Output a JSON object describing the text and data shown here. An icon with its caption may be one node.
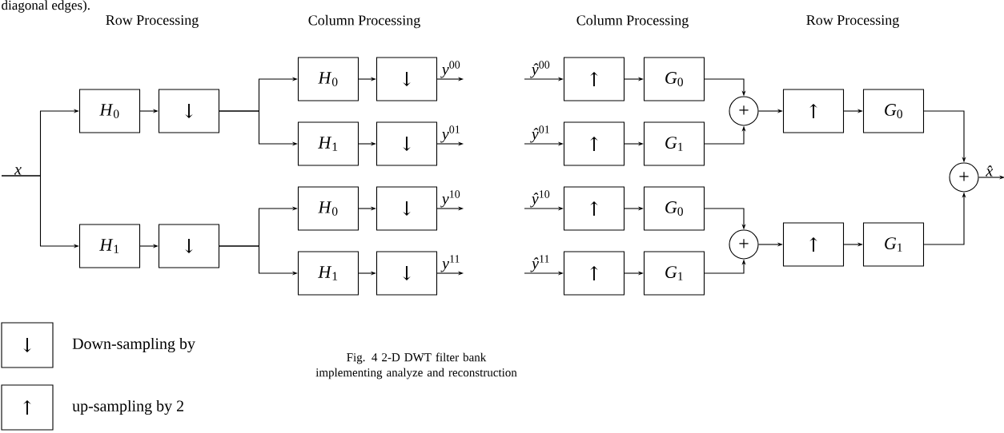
{
  "diagram": {
    "caption": "Fig. 4  2-D DWT filter bank implementing analyze and reconstruction",
    "nodes": [
      {
        "text": [
          "*x*"
        ]
      },
      {
        "text": [
          "*H*$_{0}$"
        ]
      },
      {
        "text": [
          "↓"
        ]
      },
      {
        "text": [
          "*H*$_{1}$"
        ]
      },
      {
        "text": [
          "↓"
        ]
      },
      {
        "text": [
          "*H*$_{0}$"
        ]
      },
      {
        "text": [
          "↓"
        ]
      },
      {
        "text": [
          "*y*$^{00}$"
        ]
      },
      {
        "text": [
          "*H*$_{1}$"
        ]
      },
      {
        "text": [
          "↓"
        ]
      },
      {
        "text": [
          "*y*$^{01}$"
        ]
      },
      {
        "text": [
          "*H*$_{0}$"
        ]
      },
      {
        "text": [
          "↓"
        ]
      },
      {
        "text": [
          "*y*$^{10}$"
        ]
      },
      {
        "text": [
          "*H*$_{1}$"
        ]
      },
      {
        "text": [
          "↓"
        ]
      },
      {
        "text": [
          "*y*$^{11}$"
        ]
      },
      {
        "text": [
          "*ŷ*$^{00}$"
        ]
      },
      {
        "text": [
          "↑"
        ]
      },
      {
        "text": [
          "*G*$_{0}$"
        ]
      },
      {
        "text": [
          "*ŷ*$^{01}$"
        ]
      },
      {
        "text": [
          "↑"
        ]
      },
      {
        "text": [
          "*G*$_{1}$"
        ]
      },
      {
        "text": [
          "*ŷ*$^{10}$"
        ]
      },
      {
        "text": [
          "↑"
        ]
      },
      {
        "text": [
          "*G*$_{0}$"
        ]
      },
      {
        "text": [
          "*ŷ*$^{11}$"
        ]
      },
      {
        "text": [
          "↑"
        ]
      },
      {
        "text": [
          "*G*$_{1}$"
        ]
      },
      {
        "text": [
          "+"
        ]
      },
      {
        "text": [
          "↑"
        ]
      },
      {
        "text": [
          "*G*$_{0}$"
        ]
      },
      {
        "text": [
          "+"
        ]
      },
      {
        "text": [
          "↑"
        ]
      },
      {
        "text": [
          "*G*$_{1}$"
        ]
      },
      {
        "text": [
          "+"
        ]
      },
      {
        "text": [
          "*x̂*"
        ]
      },
      {
        "text": [
          "↓"
        ],
        "beside": [
          "Down-sampling by"
        ]
      },
      {
        "text": [
          "↑"
        ],
        "beside": [
          "up-sampling by 2"
        ]
      }
    ],
    "edges": [
      {
        "from": 0,
        "to": 1,
        "arrow": "to"
      },
      {
        "from": 0,
        "to": 3,
        "arrow": "to"
      },
      {
        "from": 1,
        "to": 2,
        "arrow": "to"
      },
      {
        "from": 3,
        "to": 4,
        "arrow": "to"
      },
      {
        "from": 2,
        "to": 5,
        "arrow": "to"
      },
      {
        "from": 2,
        "to": 8,
        "arrow": "to"
      },
      {
        "from": 4,
        "to": 11,
        "arrow": "to"
      },
      {
        "from": 4,
        "to": 14,
        "arrow": "to"
      },
      {
        "from": 5,
        "to": 6,
        "arrow": "to"
      },
      {
        "from": 6,
        "to": 7,
        "arrow": "to"
      },
      {
        "from": 8,
        "to": 9,
        "arrow": "to"
      },
      {
        "from": 9,
        "to": 10,
        "arrow": "to"
      },
      {
        "from": 11,
        "to": 12,
        "arrow": "to"
      },
      {
        "from": 12,
        "to": 13,
        "arrow": "to"
      },
      {
        "from": 14,
        "to": 15,
        "arrow": "to"
      },
      {
        "from": 15,
        "to": 16,
        "arrow": "to"
      },
      {
        "from": 17,
        "to": 18,
        "arrow": "to"
      },
      {
        "from": 18,
        "to": 19,
        "arrow": "to"
      },
      {
        "from": 20,
        "to": 21,
        "arrow": "to"
      },
      {
        "from": 21,
        "to": 22,
        "arrow": "to"
      },
      {
        "from": 23,
        "to": 24,
        "arrow": "to"
      },
      {
        "from": 24,
        "to": 25,
        "arrow": "to"
      },
      {
        "from": 26,
        "to": 27,
        "arrow": "to"
      },
      {
        "from": 27,
        "to": 28,
        "arrow": "to"
      },
      {
        "from": 19,
        "to": 29,
        "arrow": "to"
      },
      {
        "from": 22,
        "to": 29,
        "arrow": "to"
      },
      {
        "from": 25,
        "to": 32,
        "arrow": "to"
      },
      {
        "from": 28,
        "to": 32,
        "arrow": "to"
      },
      {
        "from": 29,
        "to": 30,
        "arrow": "to"
      },
      {
        "from": 30,
        "to": 31,
        "arrow": "to"
      },
      {
        "from": 32,
        "to": 33,
        "arrow": "to"
      },
      {
        "from": 33,
        "to": 34,
        "arrow": "to"
      },
      {
        "from": 31,
        "to": 35,
        "arrow": "to"
      },
      {
        "from": 34,
        "to": 35,
        "arrow": "to"
      },
      {
        "from": 35,
        "to": 36,
        "arrow": "to"
      }
    ],
    "labels": [
      "diagonal edges).",
      "Row Processing",
      "Column Processing",
      "Column Processing",
      "Row Processing"
    ]
  }
}
